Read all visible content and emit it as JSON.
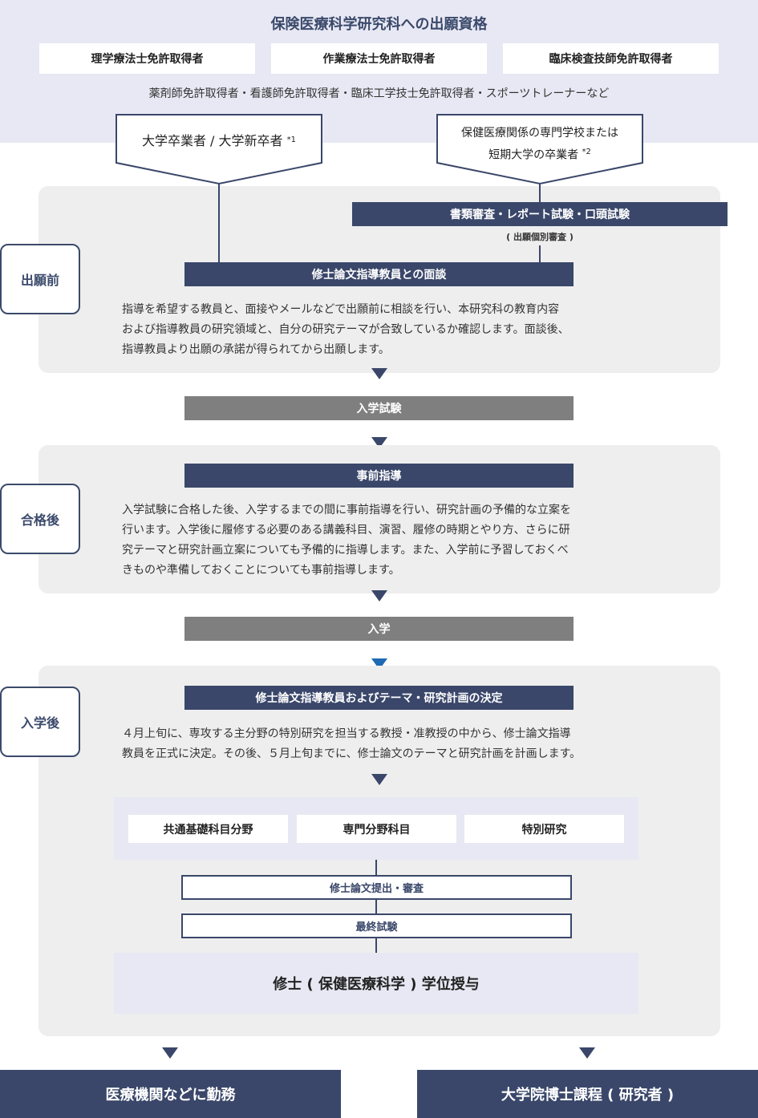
{
  "header": {
    "title": "保険医療科学研究科への出願資格",
    "licenses": [
      "理学療法士免許取得者",
      "作業療法士免許取得者",
      "臨床検査技師免許取得者"
    ],
    "other": "薬剤師免許取得者・看護師免許取得者・臨床工学技士免許取得者・スポーツトレーナーなど"
  },
  "paths": {
    "left": {
      "text": "大学卒業者 / 大学新卒者",
      "note": "*1"
    },
    "right": {
      "line1": "保健医療関係の専門学校または",
      "line2": "短期大学の卒業者",
      "note": "*2"
    }
  },
  "stage1": {
    "label": "出願前",
    "screening": "書類審査・レポート試験・口頭試験",
    "screening_note": "( 出願個別審査 )",
    "interview": "修士論文指導教員との面談",
    "desc": [
      "指導を希望する教員と、面接やメールなどで出願前に相談を行い、本研究科の教育内容",
      "および指導教員の研究領域と、自分の研究テーマが合致しているか確認します。面談後、",
      "指導教員より出願の承諾が得られてから出願します。"
    ]
  },
  "exam": "入学試験",
  "stage2": {
    "label": "合格後",
    "title": "事前指導",
    "desc": [
      "入学試験に合格した後、入学するまでの間に事前指導を行い、研究計画の予備的な立案を",
      "行います。入学後に履修する必要のある講義科目、演習、履修の時期とやり方、さらに研",
      "究テーマと研究計画立案についても予備的に指導します。また、入学前に予習しておくべ",
      "きものや準備しておくことについても事前指導します。"
    ]
  },
  "enrollment": "入学",
  "stage3": {
    "label": "入学後",
    "title": "修士論文指導教員およびテーマ・研究計画の決定",
    "desc": [
      "４月上旬に、専攻する主分野の特別研究を担当する教授・准教授の中から、修士論文指導",
      "教員を正式に決定。その後、５月上旬までに、修士論文のテーマと研究計画を計画します。"
    ],
    "courses": [
      "共通基礎科目分野",
      "専門分野科目",
      "特別研究"
    ],
    "submission": "修士論文提出・審査",
    "final_exam": "最終試験",
    "degree": "修士 ( 保健医療科学 ) 学位授与"
  },
  "outcomes": [
    "医療機関などに勤務",
    "大学院博士課程 ( 研究者 )"
  ],
  "colors": {
    "navy": "#3a476a",
    "gray_bar": "#7f7f7f",
    "band": "#e8e8f4",
    "section": "#eeeeee",
    "blue_arrow": "#1e6ab4"
  }
}
